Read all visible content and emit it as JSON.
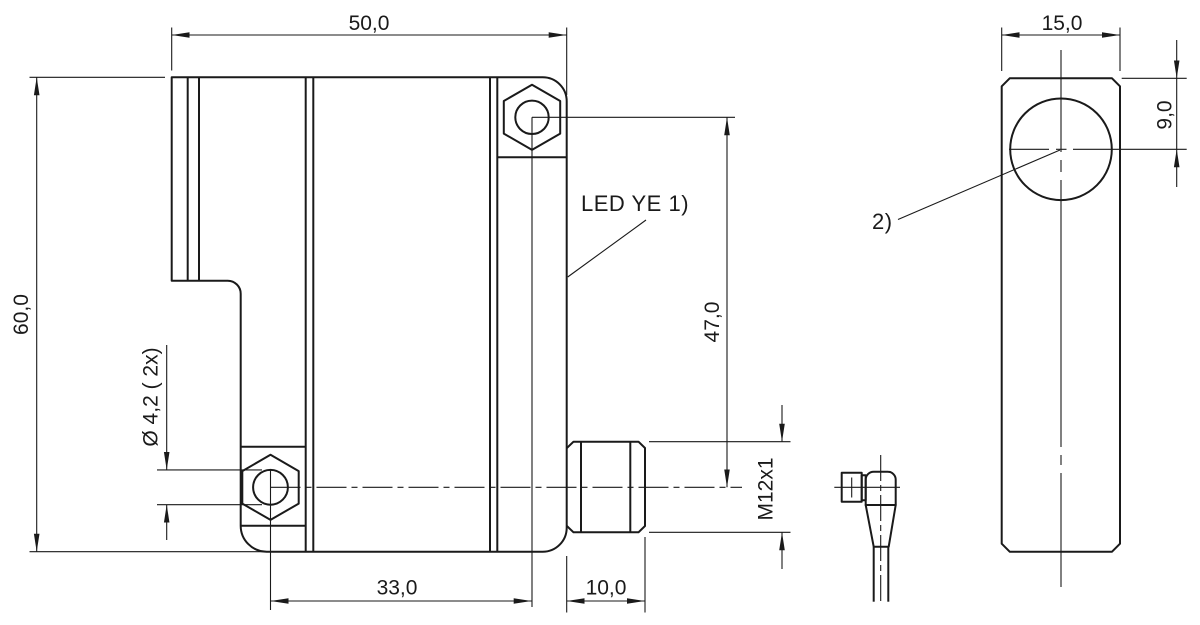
{
  "drawing": {
    "type": "technical-dimension-drawing",
    "colors": {
      "line": "#1a1a1a",
      "background": "#ffffff"
    },
    "dims": {
      "front_width": "50,0",
      "front_height": "60,0",
      "hole_spacing": "33,0",
      "thread_length": "10,0",
      "led_center_height": "47,0",
      "thread_spec": "M12x1",
      "mounting_holes": "Ø 4,2 ( 2x)",
      "side_width": "15,0",
      "optic_axis_offset": "9,0"
    },
    "notes": {
      "led": "LED YE 1)",
      "ref2": "2)"
    }
  }
}
